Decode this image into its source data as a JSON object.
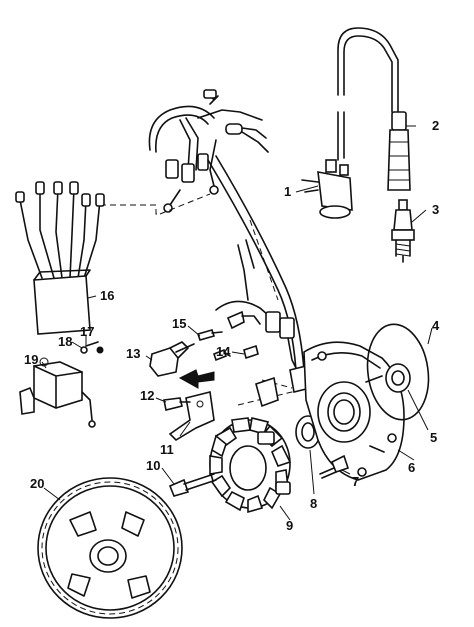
{
  "diagram": {
    "callouts": [
      {
        "id": 1,
        "label": "1"
      },
      {
        "id": 2,
        "label": "2"
      },
      {
        "id": 3,
        "label": "3"
      },
      {
        "id": 4,
        "label": "4"
      },
      {
        "id": 5,
        "label": "5"
      },
      {
        "id": 6,
        "label": "6"
      },
      {
        "id": 7,
        "label": "7"
      },
      {
        "id": 8,
        "label": "8"
      },
      {
        "id": 9,
        "label": "9"
      },
      {
        "id": 10,
        "label": "10"
      },
      {
        "id": 11,
        "label": "11"
      },
      {
        "id": 12,
        "label": "12"
      },
      {
        "id": 13,
        "label": "13"
      },
      {
        "id": 14,
        "label": "14"
      },
      {
        "id": 15,
        "label": "15"
      },
      {
        "id": 16,
        "label": "16"
      },
      {
        "id": 17,
        "label": "17"
      },
      {
        "id": 18,
        "label": "18"
      },
      {
        "id": 19,
        "label": "19"
      },
      {
        "id": 20,
        "label": "20"
      }
    ]
  }
}
